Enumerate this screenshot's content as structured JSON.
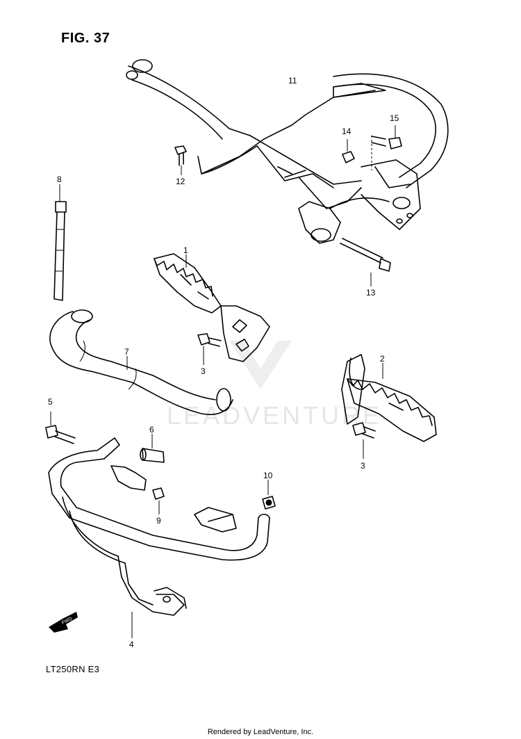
{
  "figure": {
    "title": "FIG. 37",
    "model_code": "LT250RN  E3",
    "footer": "Rendered by LeadVenture, Inc.",
    "watermark": "LEADVENTURE"
  },
  "callouts": [
    "1",
    "2",
    "3",
    "3",
    "4",
    "5",
    "6",
    "7",
    "8",
    "9",
    "10",
    "11",
    "12",
    "13",
    "14",
    "15"
  ],
  "icons": {
    "fwd_arrow": "fwd-arrow-icon",
    "fwd_label": "FWD"
  }
}
